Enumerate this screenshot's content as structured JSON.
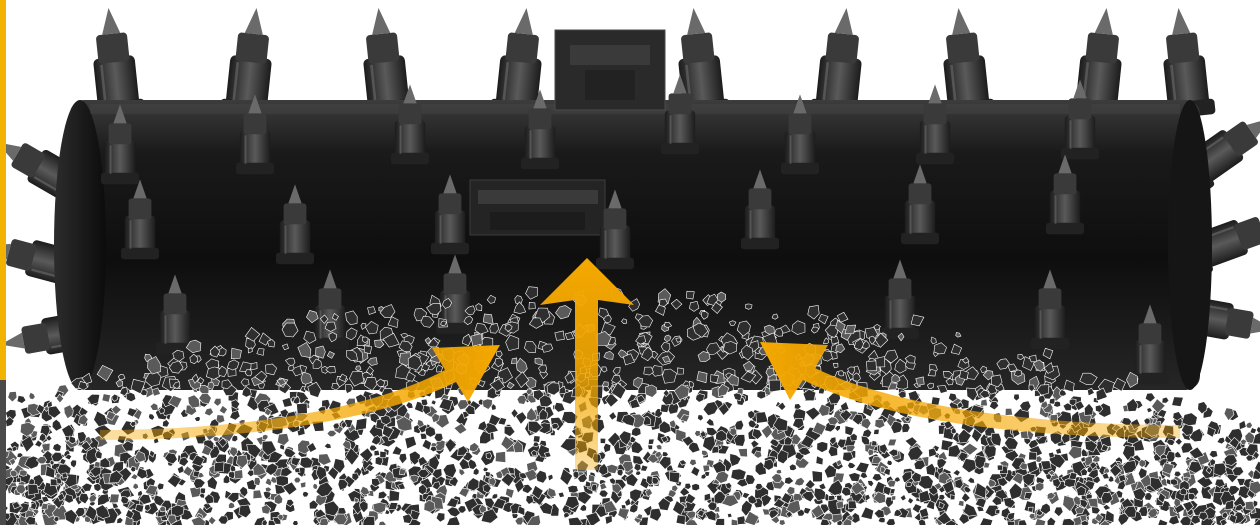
{
  "image": {
    "subject": "milling-drum-illustration",
    "colors": {
      "background": "#ffffff",
      "drum_dark": "#121212",
      "drum_mid": "#2a2a2a",
      "drum_highlight": "#4a4a4a",
      "tooth": "#3a3a3a",
      "tooth_highlight": "#6a6a6a",
      "debris": "#2e2e2e",
      "debris_light": "#5a5a5a",
      "arrow": "#f5a800",
      "edge_top": "#f1b200",
      "edge_bottom": "#4a4a4a"
    },
    "arrows": [
      {
        "name": "left-arrow",
        "direction": "curve-inward-up"
      },
      {
        "name": "center-arrow",
        "direction": "up"
      },
      {
        "name": "right-arrow",
        "direction": "curve-inward-up"
      }
    ]
  }
}
